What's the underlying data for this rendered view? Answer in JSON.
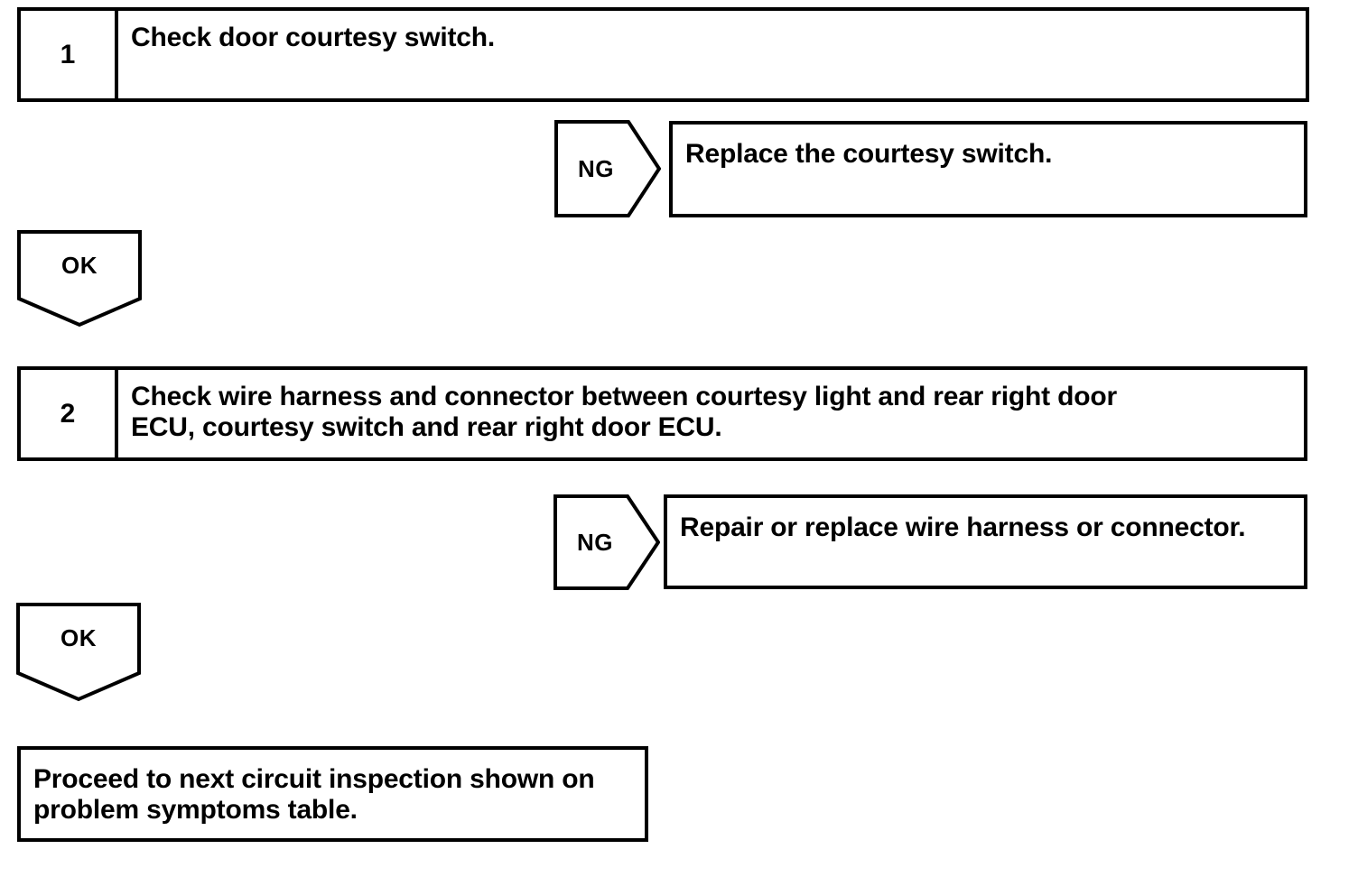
{
  "diagram": {
    "title": "Courtesy light circuit troubleshooting flowchart",
    "line_color": "#000000",
    "background_color": "#ffffff"
  },
  "steps": [
    {
      "number": "1",
      "text": "Check door courtesy switch.",
      "fail_label": "NG",
      "fail_action": "Replace the courtesy switch.",
      "pass_label": "OK"
    },
    {
      "number": "2",
      "text": "Check wire harness and connector between courtesy light and rear right door\nECU, courtesy switch and rear right door ECU.",
      "fail_label": "NG",
      "fail_action": "Repair or replace wire harness or connector.",
      "pass_label": "OK"
    }
  ],
  "final": {
    "text": "Proceed to next circuit inspection shown on\nproblem symptoms table."
  }
}
